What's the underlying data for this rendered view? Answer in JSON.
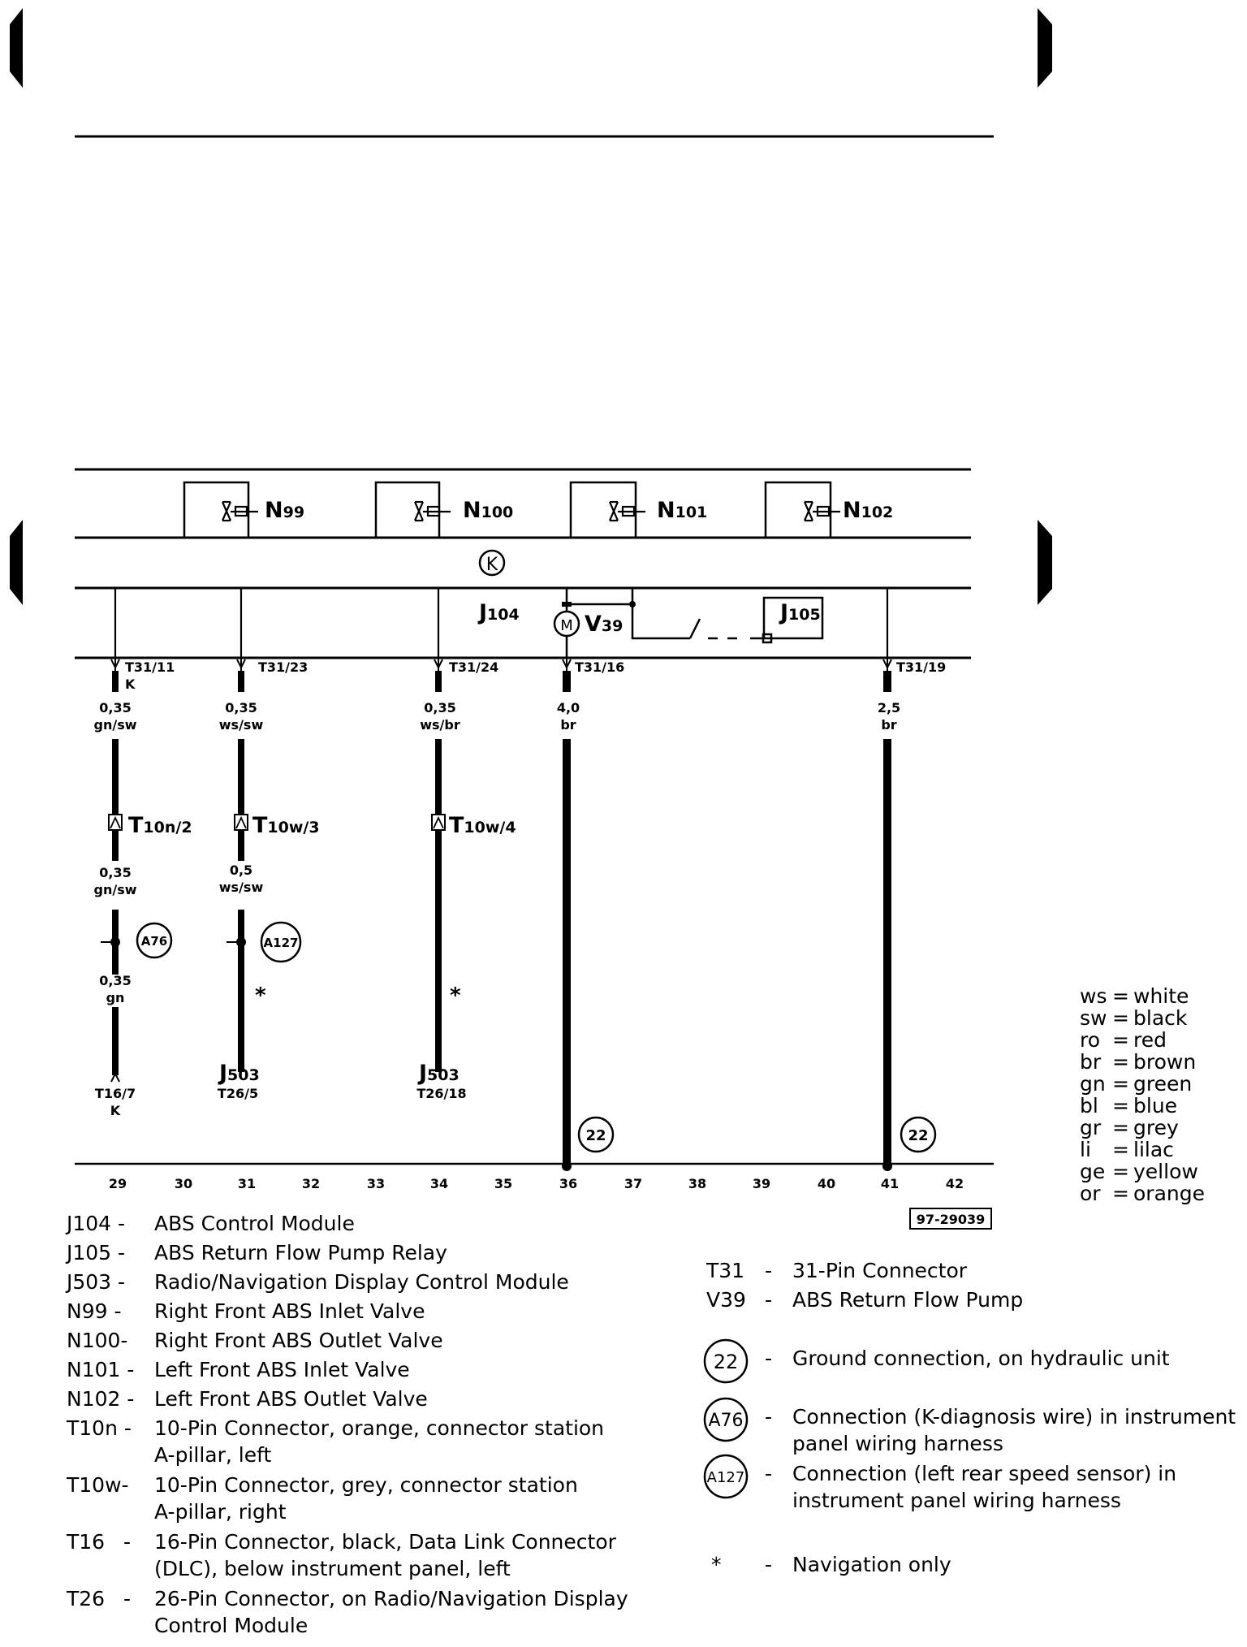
{
  "diagram": {
    "image_id": "97-29039",
    "components": {
      "N99": {
        "letter": "N",
        "sub": "99"
      },
      "N100": {
        "letter": "N",
        "sub": "100"
      },
      "N101": {
        "letter": "N",
        "sub": "101"
      },
      "N102": {
        "letter": "N",
        "sub": "102"
      },
      "J104": {
        "letter": "J",
        "sub": "104"
      },
      "J105": {
        "letter": "J",
        "sub": "105"
      },
      "V39": {
        "letter": "V",
        "sub": "39"
      },
      "K": "K",
      "M": "M"
    },
    "wires": [
      {
        "pin": "T31/11",
        "pin_note": "K",
        "size": "0,35",
        "color": "gn/sw",
        "inline_connector": {
          "letter": "T",
          "sub": "10n/2"
        },
        "size2": "0,35",
        "color2": "gn/sw",
        "splice": "A76",
        "size3": "0,35",
        "color3": "gn",
        "end_label": "T16/7",
        "end_sub": "K"
      },
      {
        "pin": "T31/23",
        "size": "0,35",
        "color": "ws/sw",
        "inline_connector": {
          "letter": "T",
          "sub": "10w/3"
        },
        "size2": "0,5",
        "color2": "ws/sw",
        "splice": "A127",
        "star": "*",
        "end_letter": "J",
        "end_sub": "503",
        "end_pin": "T26/5"
      },
      {
        "pin": "T31/24",
        "size": "0,35",
        "color": "ws/br",
        "inline_connector": {
          "letter": "T",
          "sub": "10w/4"
        },
        "star": "*",
        "end_letter": "J",
        "end_sub": "503",
        "end_pin": "T26/18"
      },
      {
        "pin": "T31/16",
        "size": "4,0",
        "color": "br",
        "ground": "22"
      },
      {
        "pin": "T31/19",
        "size": "2,5",
        "color": "br",
        "ground": "22"
      }
    ],
    "track_numbers": [
      "29",
      "30",
      "31",
      "32",
      "33",
      "34",
      "35",
      "36",
      "37",
      "38",
      "39",
      "40",
      "41",
      "42"
    ]
  },
  "color_legend": [
    {
      "abbr": "ws",
      "name": "white"
    },
    {
      "abbr": "sw",
      "name": "black"
    },
    {
      "abbr": "ro",
      "name": "red"
    },
    {
      "abbr": "br",
      "name": "brown"
    },
    {
      "abbr": "gn",
      "name": "green"
    },
    {
      "abbr": "bl",
      "name": "blue"
    },
    {
      "abbr": "gr",
      "name": "grey"
    },
    {
      "abbr": "li",
      "name": "lilac"
    },
    {
      "abbr": "ge",
      "name": "yellow"
    },
    {
      "abbr": "or",
      "name": "orange"
    }
  ],
  "legend_left": [
    {
      "code": "J104 -",
      "lines": [
        "ABS Control Module"
      ]
    },
    {
      "code": "J105 -",
      "lines": [
        "ABS Return Flow Pump Relay"
      ]
    },
    {
      "code": "J503 -",
      "lines": [
        "Radio/Navigation Display Control Module"
      ]
    },
    {
      "code": "N99  -",
      "lines": [
        "Right Front ABS Inlet Valve"
      ]
    },
    {
      "code": "N100-",
      "lines": [
        "Right Front ABS Outlet Valve"
      ]
    },
    {
      "code": "N101 -",
      "lines": [
        "Left Front ABS Inlet Valve"
      ]
    },
    {
      "code": "N102 -",
      "lines": [
        "Left Front ABS Outlet Valve"
      ]
    },
    {
      "code": "T10n -",
      "lines": [
        "10-Pin Connector, orange, connector station",
        "A-pillar, left"
      ]
    },
    {
      "code": "T10w-",
      "lines": [
        "10-Pin Connector, grey, connector station",
        "A-pillar, right"
      ]
    },
    {
      "code": "T16",
      "dash": "-",
      "lines": [
        "16-Pin Connector, black, Data Link Connector",
        "(DLC), below instrument panel, left"
      ]
    },
    {
      "code": "T26",
      "dash": "-",
      "lines": [
        "26-Pin Connector, on Radio/Navigation Display",
        "Control Module"
      ]
    }
  ],
  "legend_right": [
    {
      "code": "T31",
      "dash": "-",
      "lines": [
        "31-Pin Connector"
      ]
    },
    {
      "code": "V39",
      "dash": "-",
      "lines": [
        "ABS Return Flow Pump"
      ]
    },
    {
      "circle": "22",
      "dash": "-",
      "lines": [
        "Ground connection, on hydraulic unit"
      ]
    },
    {
      "circle": "A76",
      "dash": "-",
      "lines": [
        "Connection (K-diagnosis wire) in instrument",
        "panel wiring harness"
      ]
    },
    {
      "circle": "A127",
      "dash": "-",
      "lines": [
        "Connection (left rear speed sensor) in",
        "instrument panel wiring harness"
      ]
    },
    {
      "code": "*",
      "dash": "-",
      "lines": [
        "Navigation only"
      ]
    }
  ]
}
